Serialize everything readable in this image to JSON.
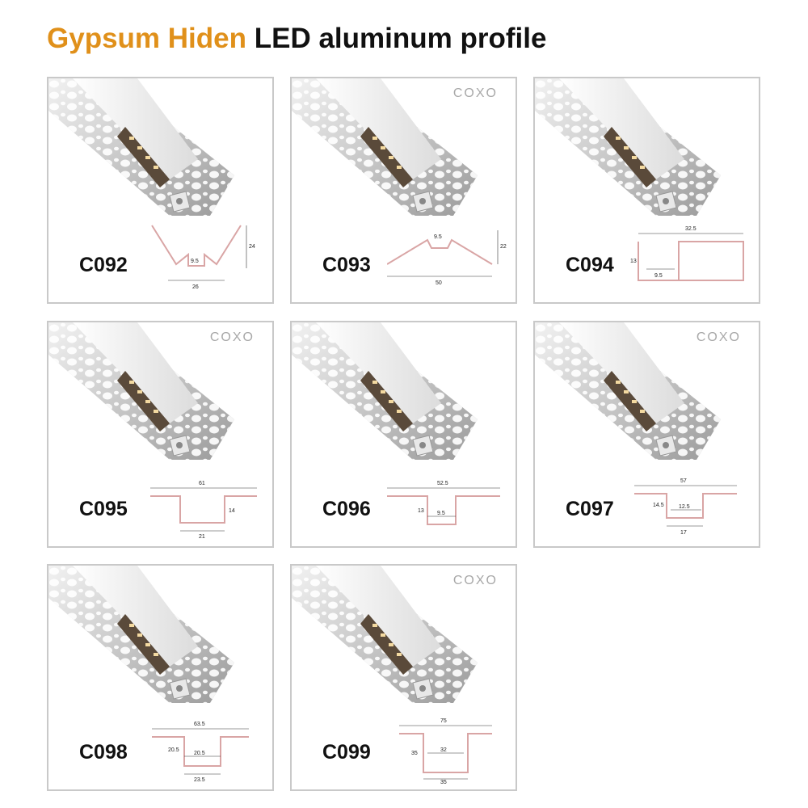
{
  "header": {
    "title_highlight": "Gypsum Hiden",
    "title_rest": "LED aluminum profile"
  },
  "colors": {
    "highlight": "#e0901a",
    "profile_line": "#d9a5a5",
    "border": "#c9c9c9"
  },
  "brand": "COXO",
  "products": [
    {
      "code": "C092",
      "dims": [
        "9.5",
        "26",
        "24"
      ],
      "has_brand": false
    },
    {
      "code": "C093",
      "dims": [
        "9.5",
        "50",
        "22"
      ],
      "has_brand": true
    },
    {
      "code": "C094",
      "dims": [
        "32.5",
        "9.5",
        "13"
      ],
      "has_brand": false
    },
    {
      "code": "C095",
      "dims": [
        "61",
        "21",
        "14"
      ],
      "has_brand": true
    },
    {
      "code": "C096",
      "dims": [
        "52.5",
        "9.5",
        "13"
      ],
      "has_brand": false
    },
    {
      "code": "C097",
      "dims": [
        "57",
        "12.5",
        "17",
        "14.5"
      ],
      "has_brand": true
    },
    {
      "code": "C098",
      "dims": [
        "63.5",
        "20.5",
        "23.5",
        "20.5"
      ],
      "has_brand": false
    },
    {
      "code": "C099",
      "dims": [
        "75",
        "32",
        "35",
        "35"
      ],
      "has_brand": true
    }
  ]
}
